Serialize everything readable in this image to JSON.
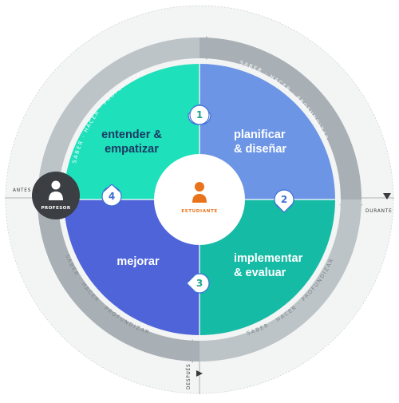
{
  "diagram": {
    "quadrants": [
      {
        "id": "q1",
        "line1": "entender &",
        "line2": "empatizar",
        "color": "#1ee0bb",
        "text_color": "#1b3a63"
      },
      {
        "id": "q2",
        "line1": "planificar",
        "line2": "& diseñar",
        "color": "#6d95e5",
        "text_color": "#ffffff"
      },
      {
        "id": "q3",
        "line1": "implementar",
        "line2": "& evaluar",
        "color": "#16bba5",
        "text_color": "#ffffff"
      },
      {
        "id": "q4",
        "line1": "mejorar",
        "line2": "",
        "color": "#5064da",
        "text_color": "#ffffff"
      }
    ],
    "steps": [
      "1",
      "2",
      "3",
      "4"
    ],
    "ring_text": "SABER · HACER · PROFUNDIZAR",
    "center_label": "ESTUDIANTE",
    "teacher_label": "PROFESOR",
    "phases": {
      "before": "ANTES",
      "during": "DURANTE",
      "after": "DESPUÉS"
    },
    "colors": {
      "ring_gray": "#bdc4c8",
      "ring_dark": "#a7afb4",
      "outer_circle": "#f3f4f4",
      "student_orange": "#e8731c",
      "teacher_dark": "#3b3f43",
      "badge_stroke": "#3f6fd6"
    }
  }
}
